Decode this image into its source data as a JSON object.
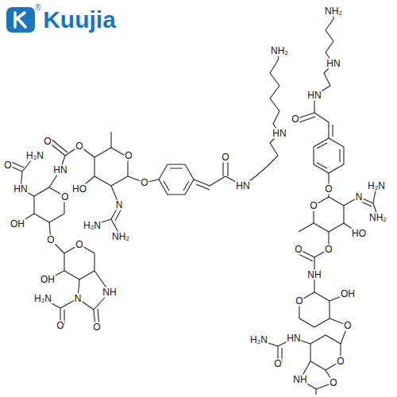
{
  "diagram": {
    "labels": [
      "Kuujia",
      "®",
      "NH₂",
      "HN",
      "HN",
      "O",
      "O",
      "O",
      "O",
      "O",
      "HN",
      "HO",
      "N",
      "H₂N",
      "NH₂",
      "O",
      "HN",
      "O",
      "H₂N",
      "OH",
      "O",
      "O",
      "OH",
      "N",
      "NH",
      "O",
      "O",
      "H₂N",
      "NH₂",
      "HN",
      "HN",
      "O",
      "O",
      "O",
      "N",
      "H₂N",
      "NH₂",
      "HO",
      "O",
      "O",
      "NH",
      "O",
      "OH",
      "O",
      "O",
      "HN",
      "H₂N",
      "O",
      "NH",
      "O"
    ]
  }
}
